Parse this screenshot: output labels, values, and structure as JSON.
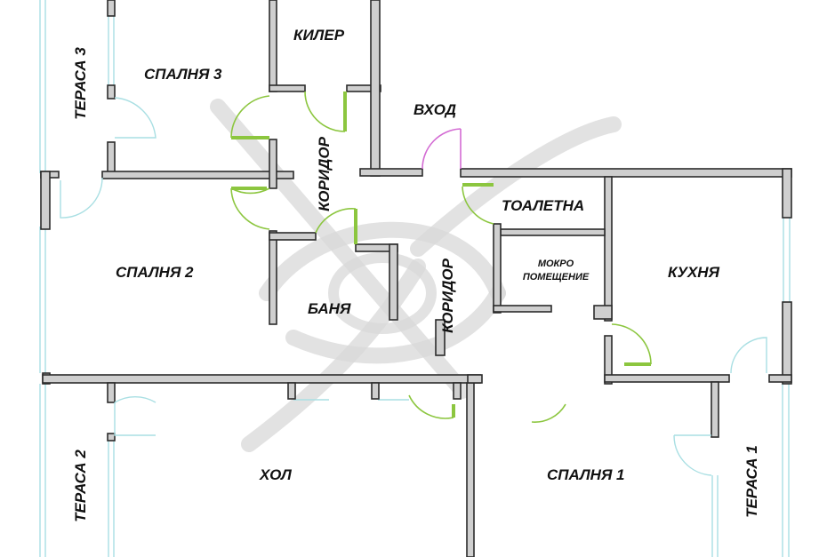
{
  "plan": {
    "rooms": {
      "terasa3": "ТЕРАСА 3",
      "spalnya3": "СПАЛНЯ 3",
      "kiler": "КИЛЕР",
      "vhod": "ВХОД",
      "koridor_upper": "КОРИДОР",
      "spalnya2": "СПАЛНЯ 2",
      "banya": "БАНЯ",
      "koridor_lower": "КОРИДОР",
      "toaletna": "ТОАЛЕТНА",
      "mokro_line1": "МОКРО",
      "mokro_line2": "ПОМЕЩЕНИЕ",
      "kuhnya": "КУХНЯ",
      "terasa2": "ТЕРАСА 2",
      "hol": "ХОЛ",
      "spalnya1": "СПАЛНЯ 1",
      "terasa1": "ТЕРАСА 1"
    },
    "colors": {
      "wall": "#cfcfcf",
      "door_interior": "#8cc63f",
      "glass": "#a9dfe3",
      "entrance_door": "#d36bd3"
    }
  }
}
